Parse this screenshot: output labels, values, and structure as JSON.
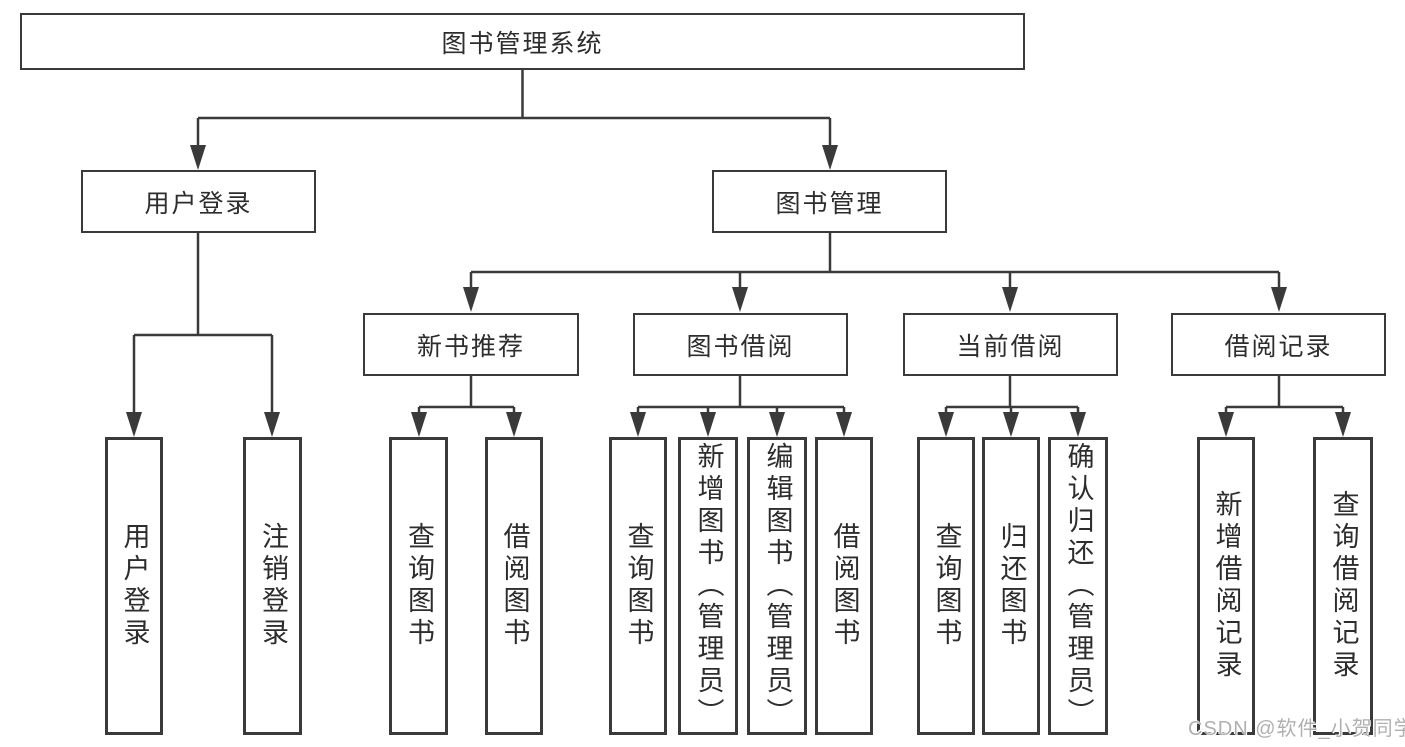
{
  "tree": {
    "label": "图书管理系统",
    "children": [
      {
        "label": "用户登录",
        "children": [
          {
            "label": "用户登录"
          },
          {
            "label": "注销登录"
          }
        ]
      },
      {
        "label": "图书管理",
        "children": [
          {
            "label": "新书推荐",
            "children": [
              {
                "label": "查询图书"
              },
              {
                "label": "借阅图书"
              }
            ]
          },
          {
            "label": "图书借阅",
            "children": [
              {
                "label": "查询图书"
              },
              {
                "label": "新增图书（管理员）"
              },
              {
                "label": "编辑图书（管理员）"
              },
              {
                "label": "借阅图书"
              }
            ]
          },
          {
            "label": "当前借阅",
            "children": [
              {
                "label": "查询图书"
              },
              {
                "label": "归还图书"
              },
              {
                "label": "确认归还（管理员）"
              }
            ]
          },
          {
            "label": "借阅记录",
            "children": [
              {
                "label": "新增借阅记录"
              },
              {
                "label": "查询借阅记录"
              }
            ]
          }
        ]
      }
    ]
  },
  "watermark": {
    "text": "CSDN @软件_小贺同学"
  },
  "colors": {
    "background": "#ffffff",
    "line": "#3a3a3a",
    "box_border": "#3a3a3a",
    "text": "#2d2d2d",
    "watermark_text": "#b0b0b0"
  }
}
